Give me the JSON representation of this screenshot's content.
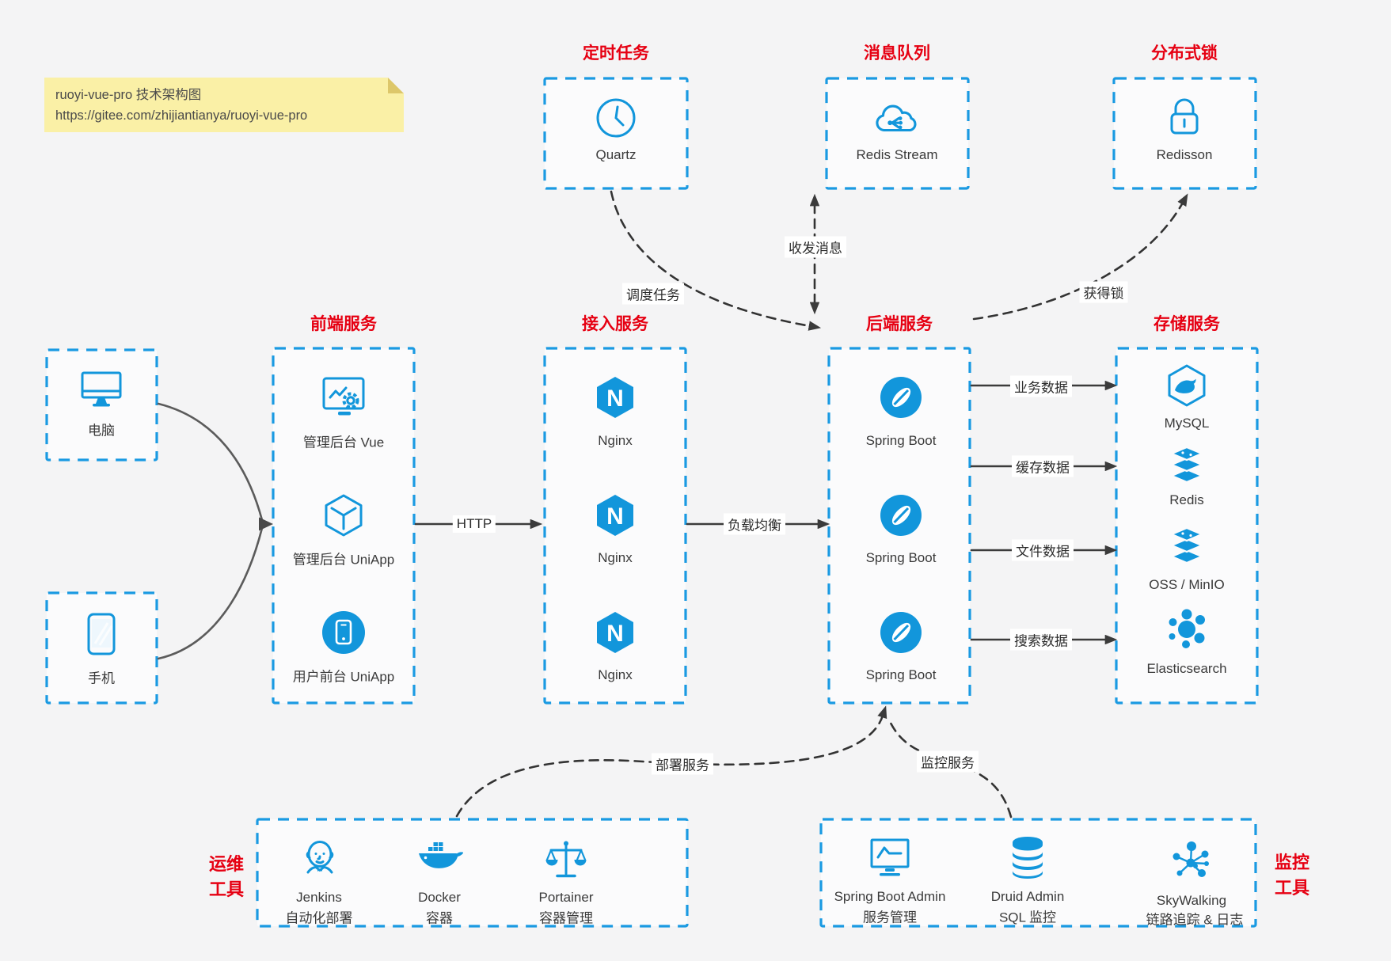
{
  "colors": {
    "accent_blue": "#1296db",
    "title_red": "#e60012",
    "note_bg": "#faf0a6",
    "arrow_dark": "#3b3b3b",
    "background": "#f4f4f5"
  },
  "note": {
    "title": "ruoyi-vue-pro 技术架构图",
    "url": "https://gitee.com/zhijiantianya/ruoyi-vue-pro"
  },
  "top": {
    "scheduler": {
      "title": "定时任务",
      "label": "Quartz",
      "icon": "clock-icon"
    },
    "mq": {
      "title": "消息队列",
      "label": "Redis Stream",
      "icon": "mq-cloud-icon"
    },
    "lock": {
      "title": "分布式锁",
      "label": "Redisson",
      "icon": "lock-icon"
    }
  },
  "clients": {
    "pc": {
      "label": "电脑",
      "icon": "desktop-icon"
    },
    "mobile": {
      "label": "手机",
      "icon": "phone-icon"
    }
  },
  "columns": {
    "frontend": {
      "title": "前端服务",
      "items": [
        {
          "label": "管理后台 Vue",
          "icon": "admin-vue-icon"
        },
        {
          "label": "管理后台 UniApp",
          "icon": "uniapp-cube-icon"
        },
        {
          "label": "用户前台 UniApp",
          "icon": "user-uniapp-icon"
        }
      ]
    },
    "gateway": {
      "title": "接入服务",
      "items": [
        {
          "label": "Nginx",
          "icon": "nginx-icon"
        },
        {
          "label": "Nginx",
          "icon": "nginx-icon"
        },
        {
          "label": "Nginx",
          "icon": "nginx-icon"
        }
      ]
    },
    "backend": {
      "title": "后端服务",
      "items": [
        {
          "label": "Spring Boot",
          "icon": "spring-boot-icon"
        },
        {
          "label": "Spring Boot",
          "icon": "spring-boot-icon"
        },
        {
          "label": "Spring Boot",
          "icon": "spring-boot-icon"
        }
      ]
    },
    "storage": {
      "title": "存储服务",
      "items": [
        {
          "label": "MySQL",
          "icon": "mysql-icon"
        },
        {
          "label": "Redis",
          "icon": "redis-stack-icon"
        },
        {
          "label": "OSS / MinIO",
          "icon": "oss-minio-icon"
        },
        {
          "label": "Elasticsearch",
          "icon": "elasticsearch-icon"
        }
      ]
    }
  },
  "bottom": {
    "ops": {
      "side_label_line1": "运维",
      "side_label_line2": "工具",
      "items": [
        {
          "name": "Jenkins",
          "desc": "自动化部署",
          "icon": "jenkins-icon"
        },
        {
          "name": "Docker",
          "desc": "容器",
          "icon": "docker-icon"
        },
        {
          "name": "Portainer",
          "desc": "容器管理",
          "icon": "portainer-icon"
        }
      ]
    },
    "monitor": {
      "side_label_line1": "监控",
      "side_label_line2": "工具",
      "items": [
        {
          "name": "Spring Boot Admin",
          "desc": "服务管理",
          "icon": "sba-monitor-icon"
        },
        {
          "name": "Druid Admin",
          "desc": "SQL 监控",
          "icon": "druid-db-icon"
        },
        {
          "name": "SkyWalking",
          "desc": "链路追踪 & 日志",
          "icon": "skywalking-icon"
        }
      ]
    }
  },
  "edges": {
    "schedule": "调度任务",
    "messages": "收发消息",
    "acquire_lock": "获得锁",
    "http": "HTTP",
    "load_balance": "负载均衡",
    "biz_data": "业务数据",
    "cache_data": "缓存数据",
    "file_data": "文件数据",
    "search_data": "搜索数据",
    "deploy": "部署服务",
    "monitoring": "监控服务"
  }
}
